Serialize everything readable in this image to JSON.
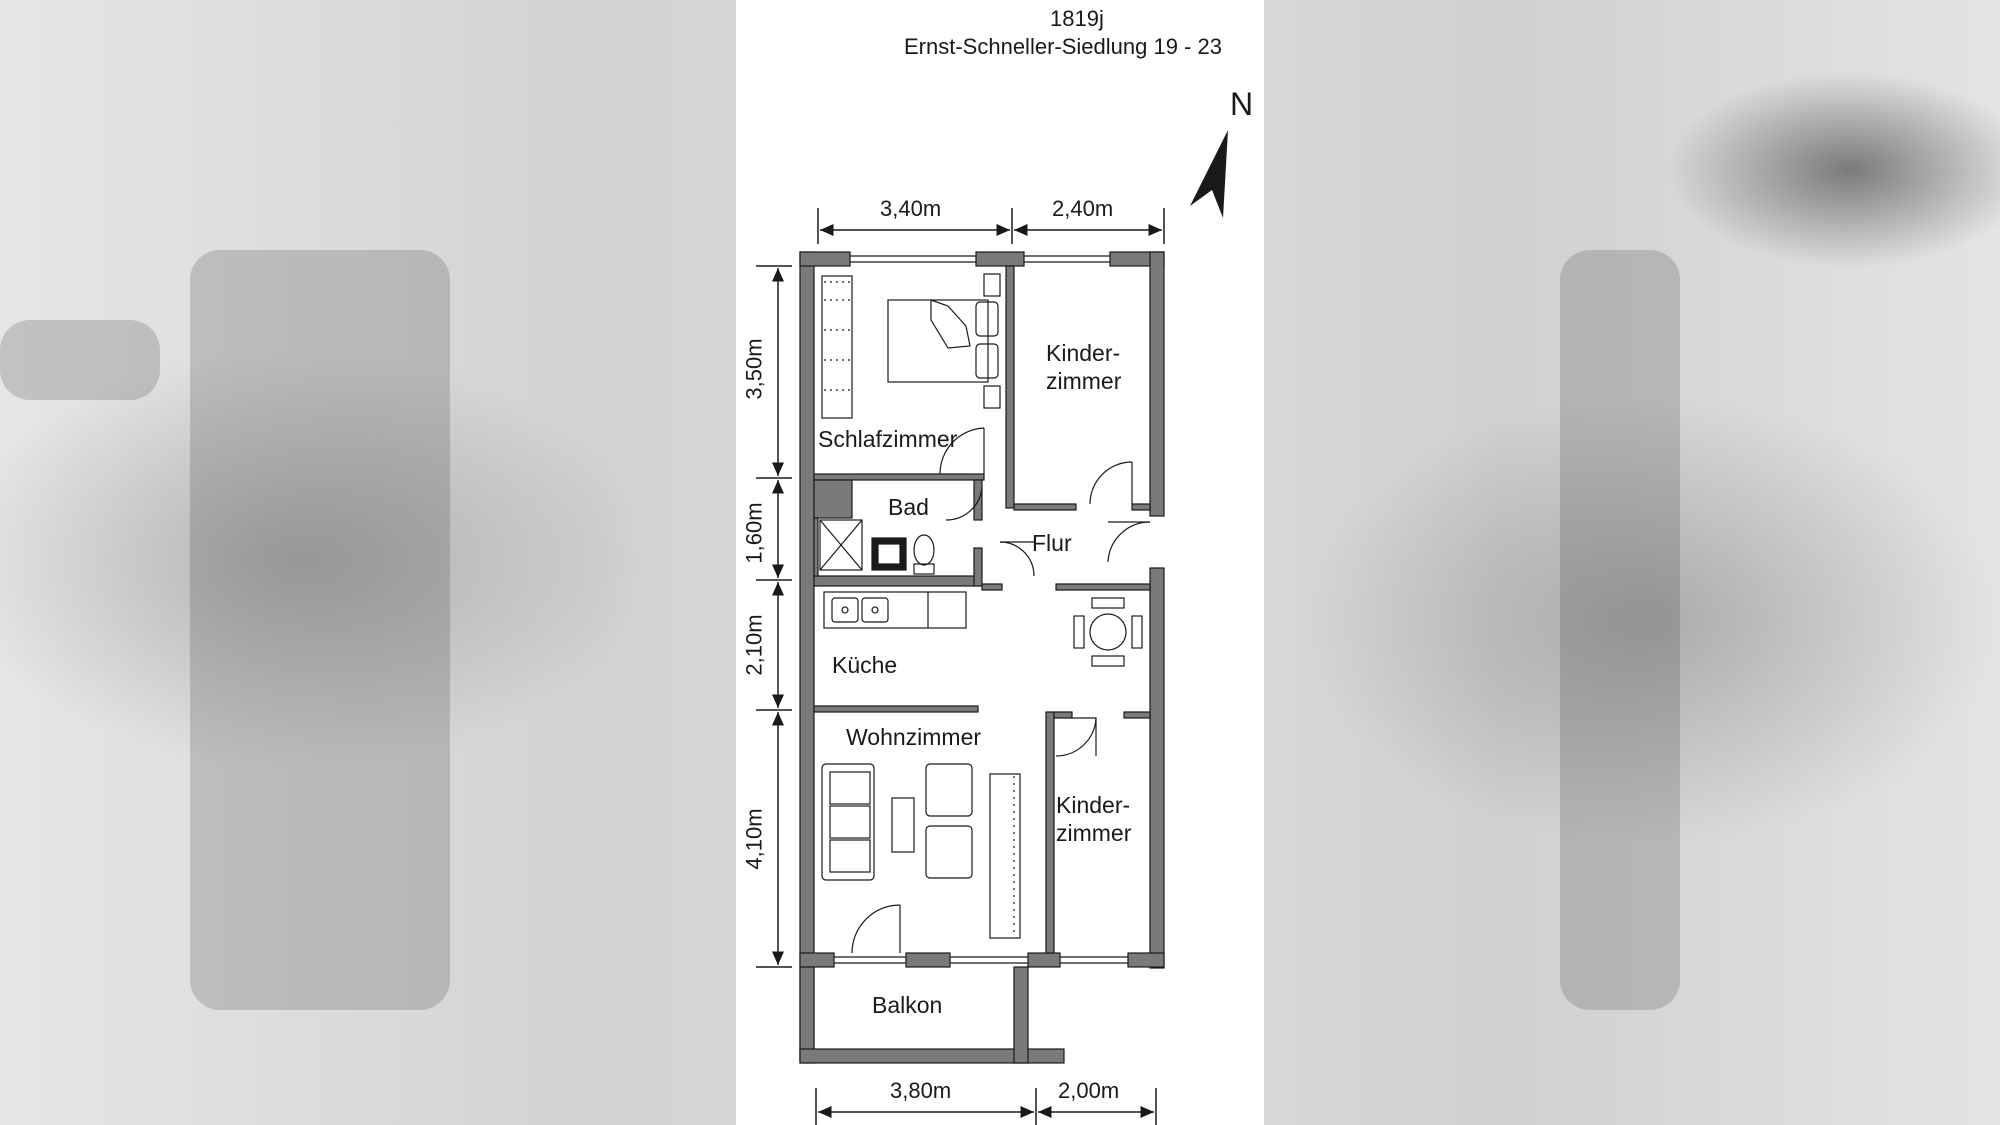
{
  "header": {
    "code": "1819j",
    "address": "Ernst-Schneller-Siedlung 19 - 23"
  },
  "compass": {
    "label": "N"
  },
  "dimensions": {
    "top_left": "3,40m",
    "top_right": "2,40m",
    "bottom_left": "3,80m",
    "bottom_right": "2,00m",
    "left_1": "3,50m",
    "left_2": "1,60m",
    "left_3": "2,10m",
    "left_4": "4,10m"
  },
  "rooms": {
    "schlafzimmer": "Schlafzimmer",
    "kinderzimmer_top_1": "Kinder-",
    "kinderzimmer_top_2": "zimmer",
    "bad": "Bad",
    "flur": "Flur",
    "kueche": "Küche",
    "wohnzimmer": "Wohnzimmer",
    "kinderzimmer_bottom_1": "Kinder-",
    "kinderzimmer_bottom_2": "zimmer",
    "balkon": "Balkon"
  },
  "colors": {
    "wall": "#7a7a7a",
    "line": "#1a1a1a",
    "background": "#ffffff"
  }
}
